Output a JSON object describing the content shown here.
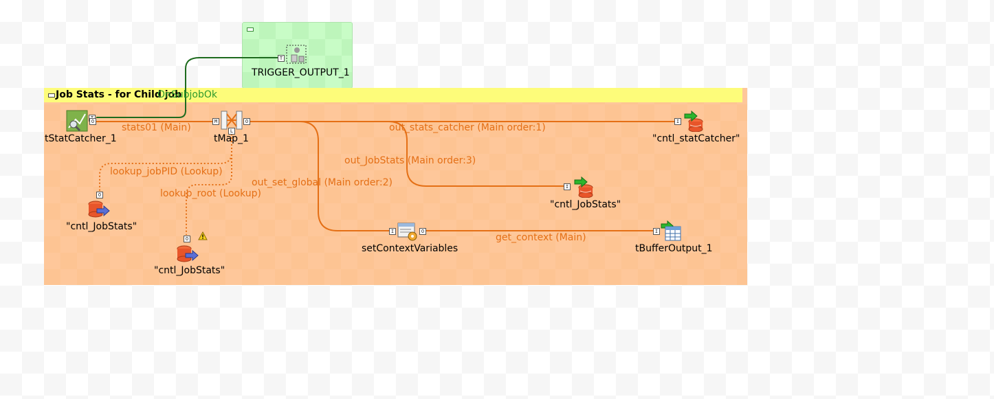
{
  "trigger_subjob": {
    "component_label": "TRIGGER_OUTPUT_1"
  },
  "subjob": {
    "title": "Job Stats - for Child  job"
  },
  "trigger_link": {
    "label": "OnSubjobOk"
  },
  "components": {
    "stat_catcher": "tStatCatcher_1",
    "tmap": "tMap_1",
    "out_stat_catcher": "\"cntl_statCatcher\"",
    "out_jobstats": "\"cntl_JobStats\"",
    "lookup_jobpid_db": "\"cntl_JobStats\"",
    "lookup_root_db": "\"cntl_JobStats\"",
    "set_context": "setContextVariables",
    "buffer_output": "tBufferOutput_1"
  },
  "links": {
    "stats01": "stats01 (Main)",
    "out_stats_catcher": "out_stats_catcher (Main order:1)",
    "out_jobstats": "out_JobStats (Main order:3)",
    "out_set_global": "out_set_global (Main order:2)",
    "lookup_jobpid": "lookup_jobPID (Lookup)",
    "lookup_root": "lookup_root (Lookup)",
    "get_context": "get_context (Main)"
  },
  "colors": {
    "subjob_fill": "#fec79a",
    "subjob_header": "#fdfc7a",
    "trigger_fill": "#c8fcc6",
    "main_link": "#e46f15",
    "trigger_link": "#1e6b1e"
  }
}
